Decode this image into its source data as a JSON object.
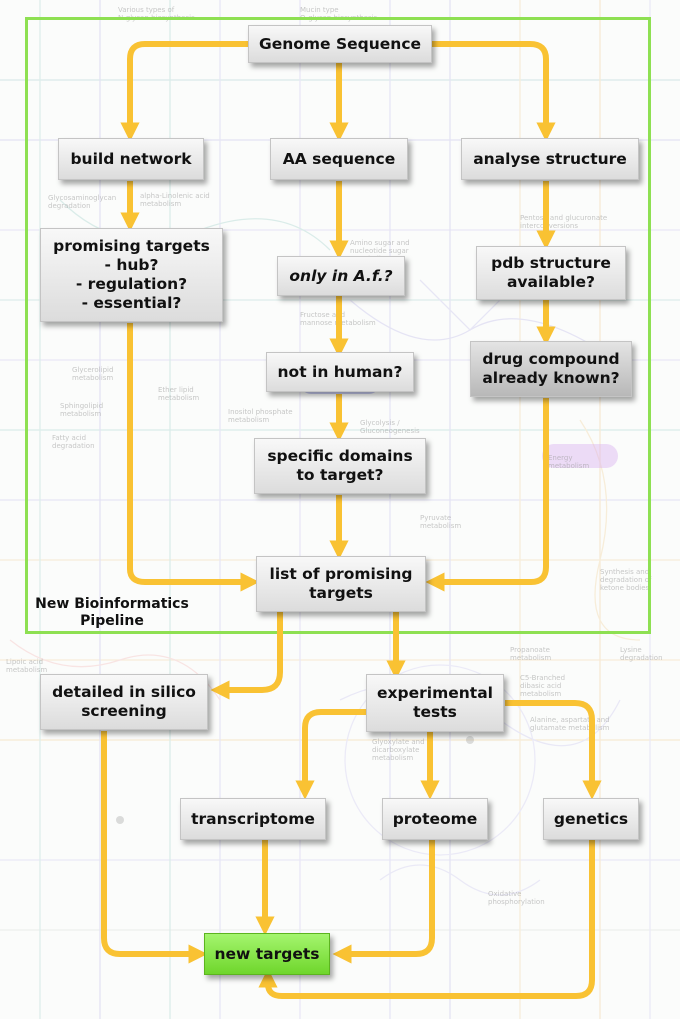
{
  "pipeline": {
    "label": "New Bioinformatics\nPipeline",
    "frame_color": "#8ee052"
  },
  "colors": {
    "arrow": "#f9c233",
    "node_fill": "#e6e6e6",
    "highlight": "#7ee03a"
  },
  "nodes": {
    "genome_sequence": "Genome Sequence",
    "build_network": "build network",
    "aa_sequence": "AA sequence",
    "analyse_structure": "analyse structure",
    "promising_targets": "promising targets\n- hub?\n- regulation?\n- essential?",
    "only_in_af": "only in A.f.?",
    "pdb_structure": "pdb structure\navailable?",
    "not_in_human": "not in human?",
    "drug_compound": "drug compound\nalready known?",
    "specific_domains": "specific domains\nto target?",
    "list_promising": "list of promising\ntargets",
    "detailed_in_silico": "detailed in silico\nscreening",
    "experimental_tests": "experimental\ntests",
    "transcriptome": "transcriptome",
    "proteome": "proteome",
    "genetics": "genetics",
    "new_targets": "new targets"
  },
  "background_labels": [
    "Various types of\nN-glycan biosynthesis",
    "Mucin type\nO-glycan biosynthesis",
    "Glycosaminoglycan\ndegradation",
    "alpha-Linolenic acid\nmetabolism",
    "Amino sugar and\nnucleotide sugar\nmetabolism",
    "Pentose and glucuronate\ninterconversions",
    "Fructose and\nmannose metabolism",
    "Glycerolipid\nmetabolism",
    "Ether lipid\nmetabolism",
    "Sphingolipid\nmetabolism",
    "Inositol phosphate\nmetabolism",
    "Glycolysis /\nGluconeogenesis",
    "Fatty acid\ndegradation",
    "Pyruvate\nmetabolism",
    "Energy\nmetabolism",
    "Propanoate\nmetabolism",
    "Lysine\ndegradation",
    "C5-Branched\ndibasic acid\nmetabolism",
    "Alanine, aspartate and\nglutamate metabolism",
    "Glyoxylate and\ndicarboxylate\nmetabolism",
    "Oxidative\nphosphorylation",
    "Lipoic acid\nmetabolism",
    "Synthesis and\ndegradation of\nketone bodies"
  ]
}
